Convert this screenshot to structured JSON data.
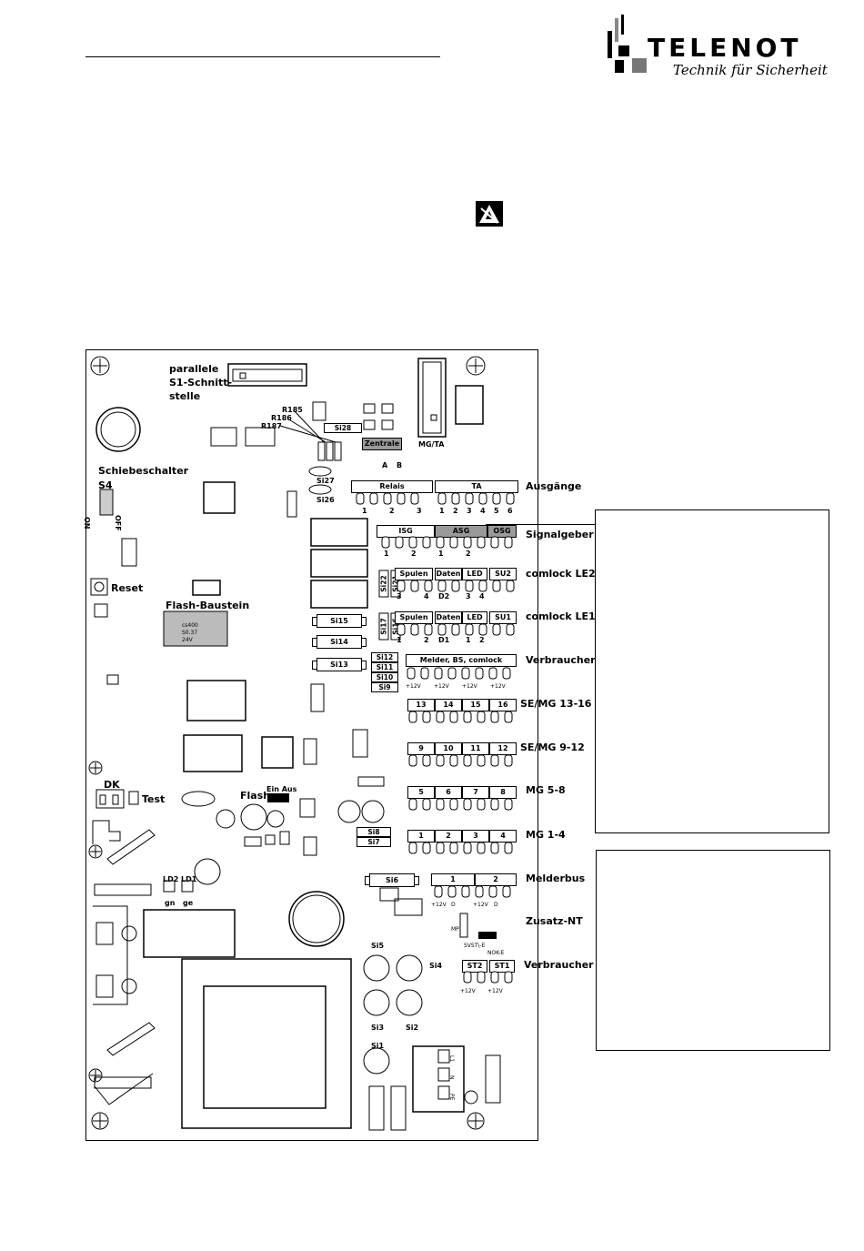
{
  "brand": {
    "name": "TELENOT",
    "slogan": "Technik für Sicherheit"
  },
  "esd_icon": "esd-warning-icon",
  "board": {
    "labels": {
      "parallel_iface": [
        "parallele",
        "S1-Schnitt-",
        "stelle"
      ],
      "slide_switch": [
        "Schiebeschalter",
        "S4"
      ],
      "on": "ON",
      "off": "OFF",
      "reset": "Reset",
      "flash_block": "Flash-Baustein",
      "dk": "DK",
      "test": "Test",
      "flash": "Flash",
      "ein_aus": "Ein Aus",
      "ld2": "LD2",
      "ld1": "LD1",
      "gn": "gn",
      "ge": "ge",
      "mg_ta": "MG/TA",
      "zentrale": "Zentrale",
      "zentrale_a": "A",
      "zentrale_b": "B",
      "r185": "R185",
      "r186": "R186",
      "r187": "R187",
      "mp": "MP",
      "svst": "SVST\\-E",
      "nok": "NOK-E",
      "l1": "L1",
      "n": "N",
      "pe": "PE",
      "chip_text": [
        "cs400",
        "S0.37",
        "24V"
      ]
    },
    "fuses": {
      "si28": "Si28",
      "si27": "Si27",
      "si26": "Si26",
      "si15": "Si15",
      "si14": "Si14",
      "si13": "Si13",
      "si22": "Si22",
      "si21": "Si21",
      "si17": "Si17",
      "si16": "Si16",
      "si12": "Si12",
      "si11": "Si11",
      "si10": "Si10",
      "si9": "Si9",
      "si8": "Si8",
      "si7": "Si7",
      "si6": "Si6",
      "si5": "Si5",
      "si4": "Si4",
      "si3": "Si3",
      "si2": "Si2",
      "si1": "Si1"
    },
    "headers": {
      "relais": "Relais",
      "ta": "TA",
      "ausgaenge_nums": [
        "1",
        "2",
        "3",
        "1",
        "2",
        "3",
        "4",
        "5",
        "6"
      ],
      "isg": "ISG",
      "asg": "ASG",
      "osg": "OSG",
      "signal_nums": [
        "1",
        "2",
        "1",
        "2"
      ],
      "spulen": "Spulen",
      "daten": "Daten",
      "led": "LED",
      "su2": "SU2",
      "su1": "SU1",
      "le2_nums": [
        "3",
        "4",
        "D2",
        "3",
        "4"
      ],
      "le1_nums": [
        "1",
        "2",
        "D1",
        "1",
        "2"
      ],
      "melder": "Melder, BS, comlock",
      "plus12v": "+12V",
      "mg13": [
        "13",
        "14",
        "15",
        "16"
      ],
      "mg9": [
        "9",
        "10",
        "11",
        "12"
      ],
      "mg5": [
        "5",
        "6",
        "7",
        "8"
      ],
      "mg1": [
        "1",
        "2",
        "3",
        "4"
      ],
      "melderbus": [
        "1",
        "2"
      ],
      "mb_sub": [
        "+12V",
        "D",
        "+12V",
        "D"
      ],
      "st2": "ST2",
      "st1": "ST1"
    },
    "terminal_labels": [
      "Ausgänge",
      "Signalgeber",
      "comlock LE2",
      "comlock LE1",
      "Verbraucher",
      "SE/MG 13-16",
      "SE/MG 9-12",
      "MG 5-8",
      "MG 1-4",
      "Melderbus",
      "Zusatz-NT",
      "Verbraucher"
    ]
  }
}
